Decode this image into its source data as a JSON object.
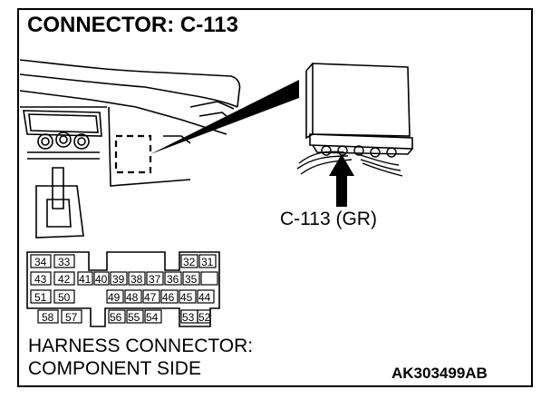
{
  "title": "CONNECTOR: C-113",
  "callout": "C-113 (GR)",
  "caption_line1": "HARNESS CONNECTOR:",
  "caption_line2": "COMPONENT SIDE",
  "figure_code": "AK303499AB",
  "pins": {
    "row1_left": [
      "34",
      "33"
    ],
    "row1_right": [
      "32",
      "31"
    ],
    "row2_left": [
      "43",
      "42",
      "41"
    ],
    "row2_mid": [
      "40",
      "39",
      "38",
      "37",
      "36",
      "35"
    ],
    "row3_left": [
      "51",
      "50"
    ],
    "row3_mid": [
      "49",
      "48",
      "47",
      "46",
      "45",
      "44"
    ],
    "row4_left": [
      "58",
      "57"
    ],
    "row4_mid": [
      "56",
      "55",
      "54"
    ],
    "row4_right": [
      "53",
      "52"
    ]
  }
}
